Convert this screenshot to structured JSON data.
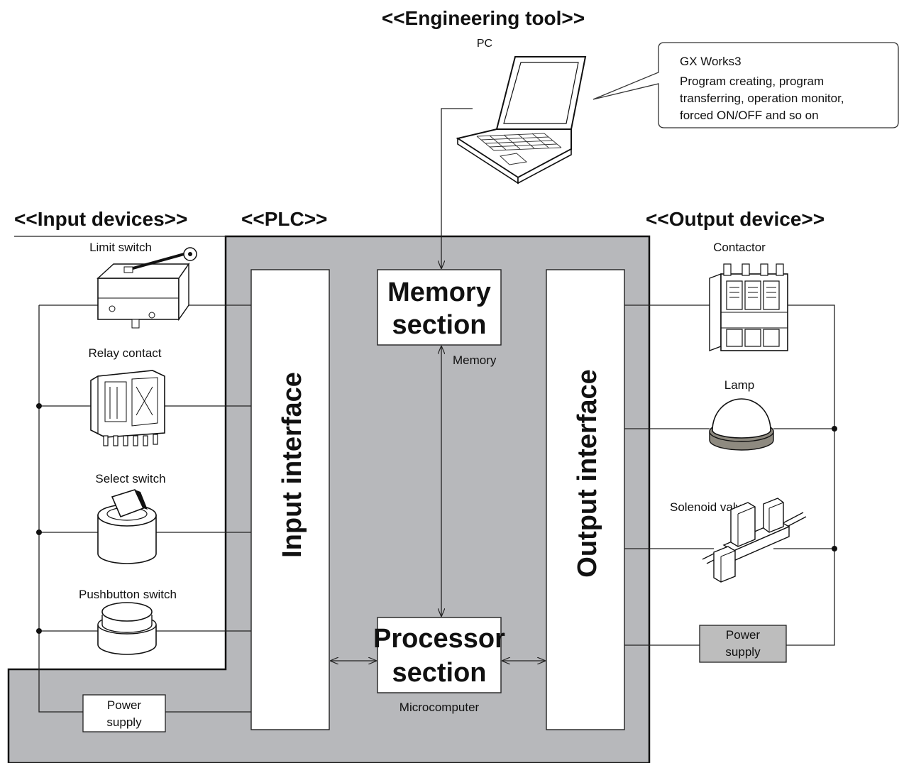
{
  "headings": {
    "engineering_tool": "<<Engineering tool>>",
    "input_devices": "<<Input devices>>",
    "plc": "<<PLC>>",
    "output_device": "<<Output device>>"
  },
  "pc": {
    "label": "PC",
    "callout_title": "GX Works3",
    "callout_lines": [
      "Program creating, program",
      "transferring, operation monitor,",
      "forced ON/OFF and so on"
    ]
  },
  "input_devices": {
    "limit_switch": "Limit switch",
    "relay_contact": "Relay contact",
    "select_switch": "Select switch",
    "pushbutton_switch": "Pushbutton switch",
    "power_supply": [
      "Power",
      "supply"
    ]
  },
  "plc": {
    "input_interface": "Input interface",
    "output_interface": "Output interface",
    "memory_section": [
      "Memory",
      "section"
    ],
    "memory_caption": "Memory",
    "processor_section": [
      "Processor",
      "section"
    ],
    "processor_caption": "Microcomputer"
  },
  "output_devices": {
    "contactor": "Contactor",
    "lamp": "Lamp",
    "solenoid_valve": "Solenoid valve",
    "power_supply": [
      "Power",
      "supply"
    ]
  },
  "colors": {
    "plc_fill": "#b7b8bb",
    "power_out_fill": "#bdbdbd",
    "lamp_base": "#8e8a80"
  }
}
